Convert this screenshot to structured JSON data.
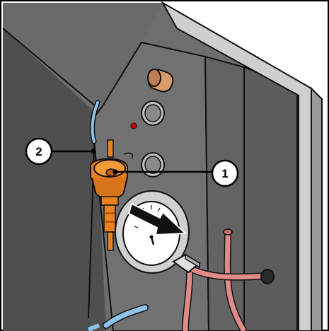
{
  "callouts": [
    {
      "id": "1",
      "label": "1"
    },
    {
      "id": "2",
      "label": "2"
    }
  ],
  "colors": {
    "panel_dark": "#505050",
    "panel_mid": "#6b6b6b",
    "panel_light": "#8a8a8a",
    "frame_light": "#d9d9d9",
    "valve_orange": "#e8821e",
    "valve_shadow": "#b85e0c",
    "hose_pink": "#e08a8a",
    "tube_blue": "#8ec4e8",
    "gauge_face": "#ffffff",
    "indicator_red": "#d40000",
    "fitting_copper": "#d99a6c",
    "arrow": "#000000"
  },
  "icons": [
    "removal-arrow-icon",
    "pressure-gauge-icon",
    "valve-icon"
  ]
}
